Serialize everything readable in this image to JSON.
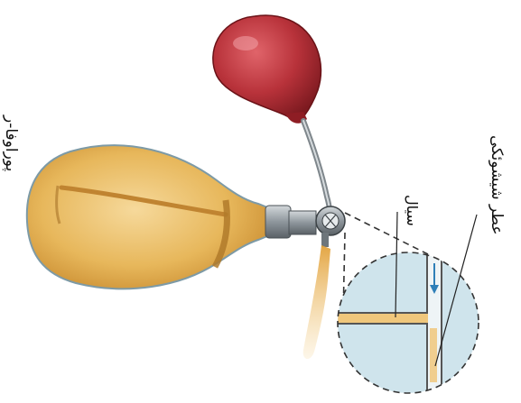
{
  "labels": {
    "atomizer": "پوراوفا-ر",
    "perfume": "عطر شیشوئکی",
    "liquid": "سیال"
  },
  "top_caption": "",
  "colors": {
    "bulb_red": "#b8323a",
    "bottle_gold": "#e7b75b",
    "liquid_gold": "#c9892c",
    "inset_bg": "#cfe4ec",
    "metal": "#8e969c",
    "arrow_blue": "#2e7fb8"
  },
  "icons": [
    "rubber-bulb",
    "perfume-bottle",
    "nozzle",
    "spray-mist",
    "magnified-inset"
  ]
}
